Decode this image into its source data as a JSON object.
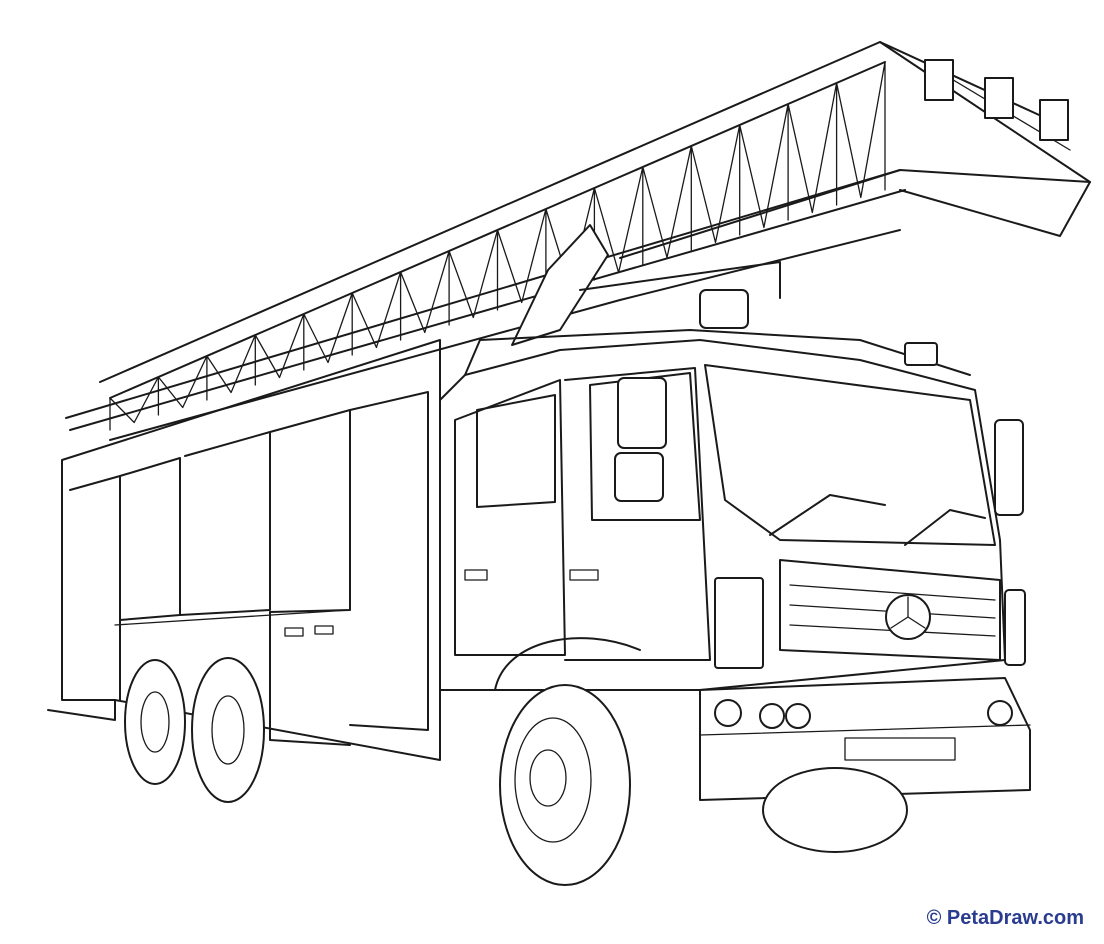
{
  "image": {
    "subject": "fire-engine-aerial-ladder-truck",
    "style": "line-art coloring page"
  },
  "credit": {
    "text": "© PetaDraw.com",
    "color": "#2a3c8f"
  },
  "colors": {
    "line": "#1a1a1a",
    "background": "#ffffff"
  }
}
